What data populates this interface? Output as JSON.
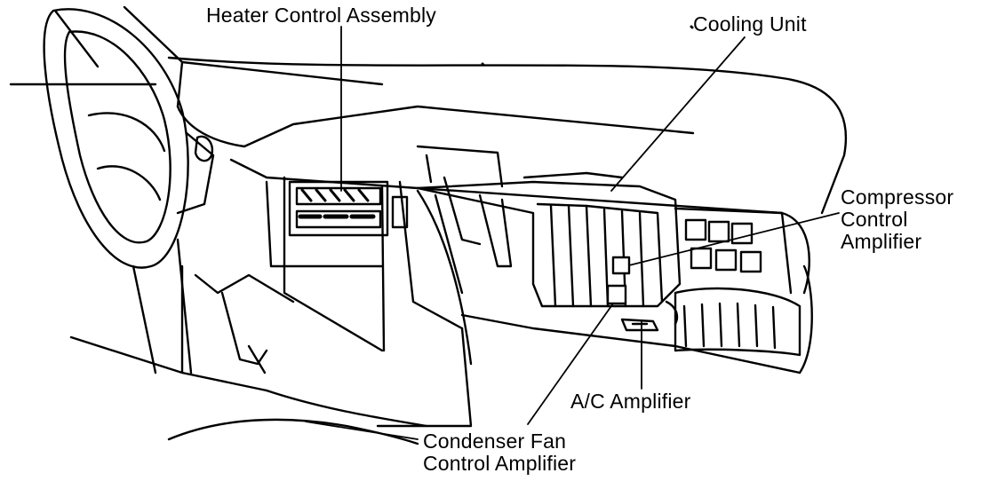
{
  "labels": {
    "heater_control": "Heater Control Assembly",
    "cooling_unit": "Cooling Unit",
    "compressor": [
      "Compressor",
      "Control",
      "Amplifier"
    ],
    "ac_amplifier": "A/C Amplifier",
    "condenser": [
      "Condenser Fan",
      "Control Amplifier"
    ]
  },
  "colors": {
    "ink": "#000000",
    "paper": "#ffffff"
  }
}
